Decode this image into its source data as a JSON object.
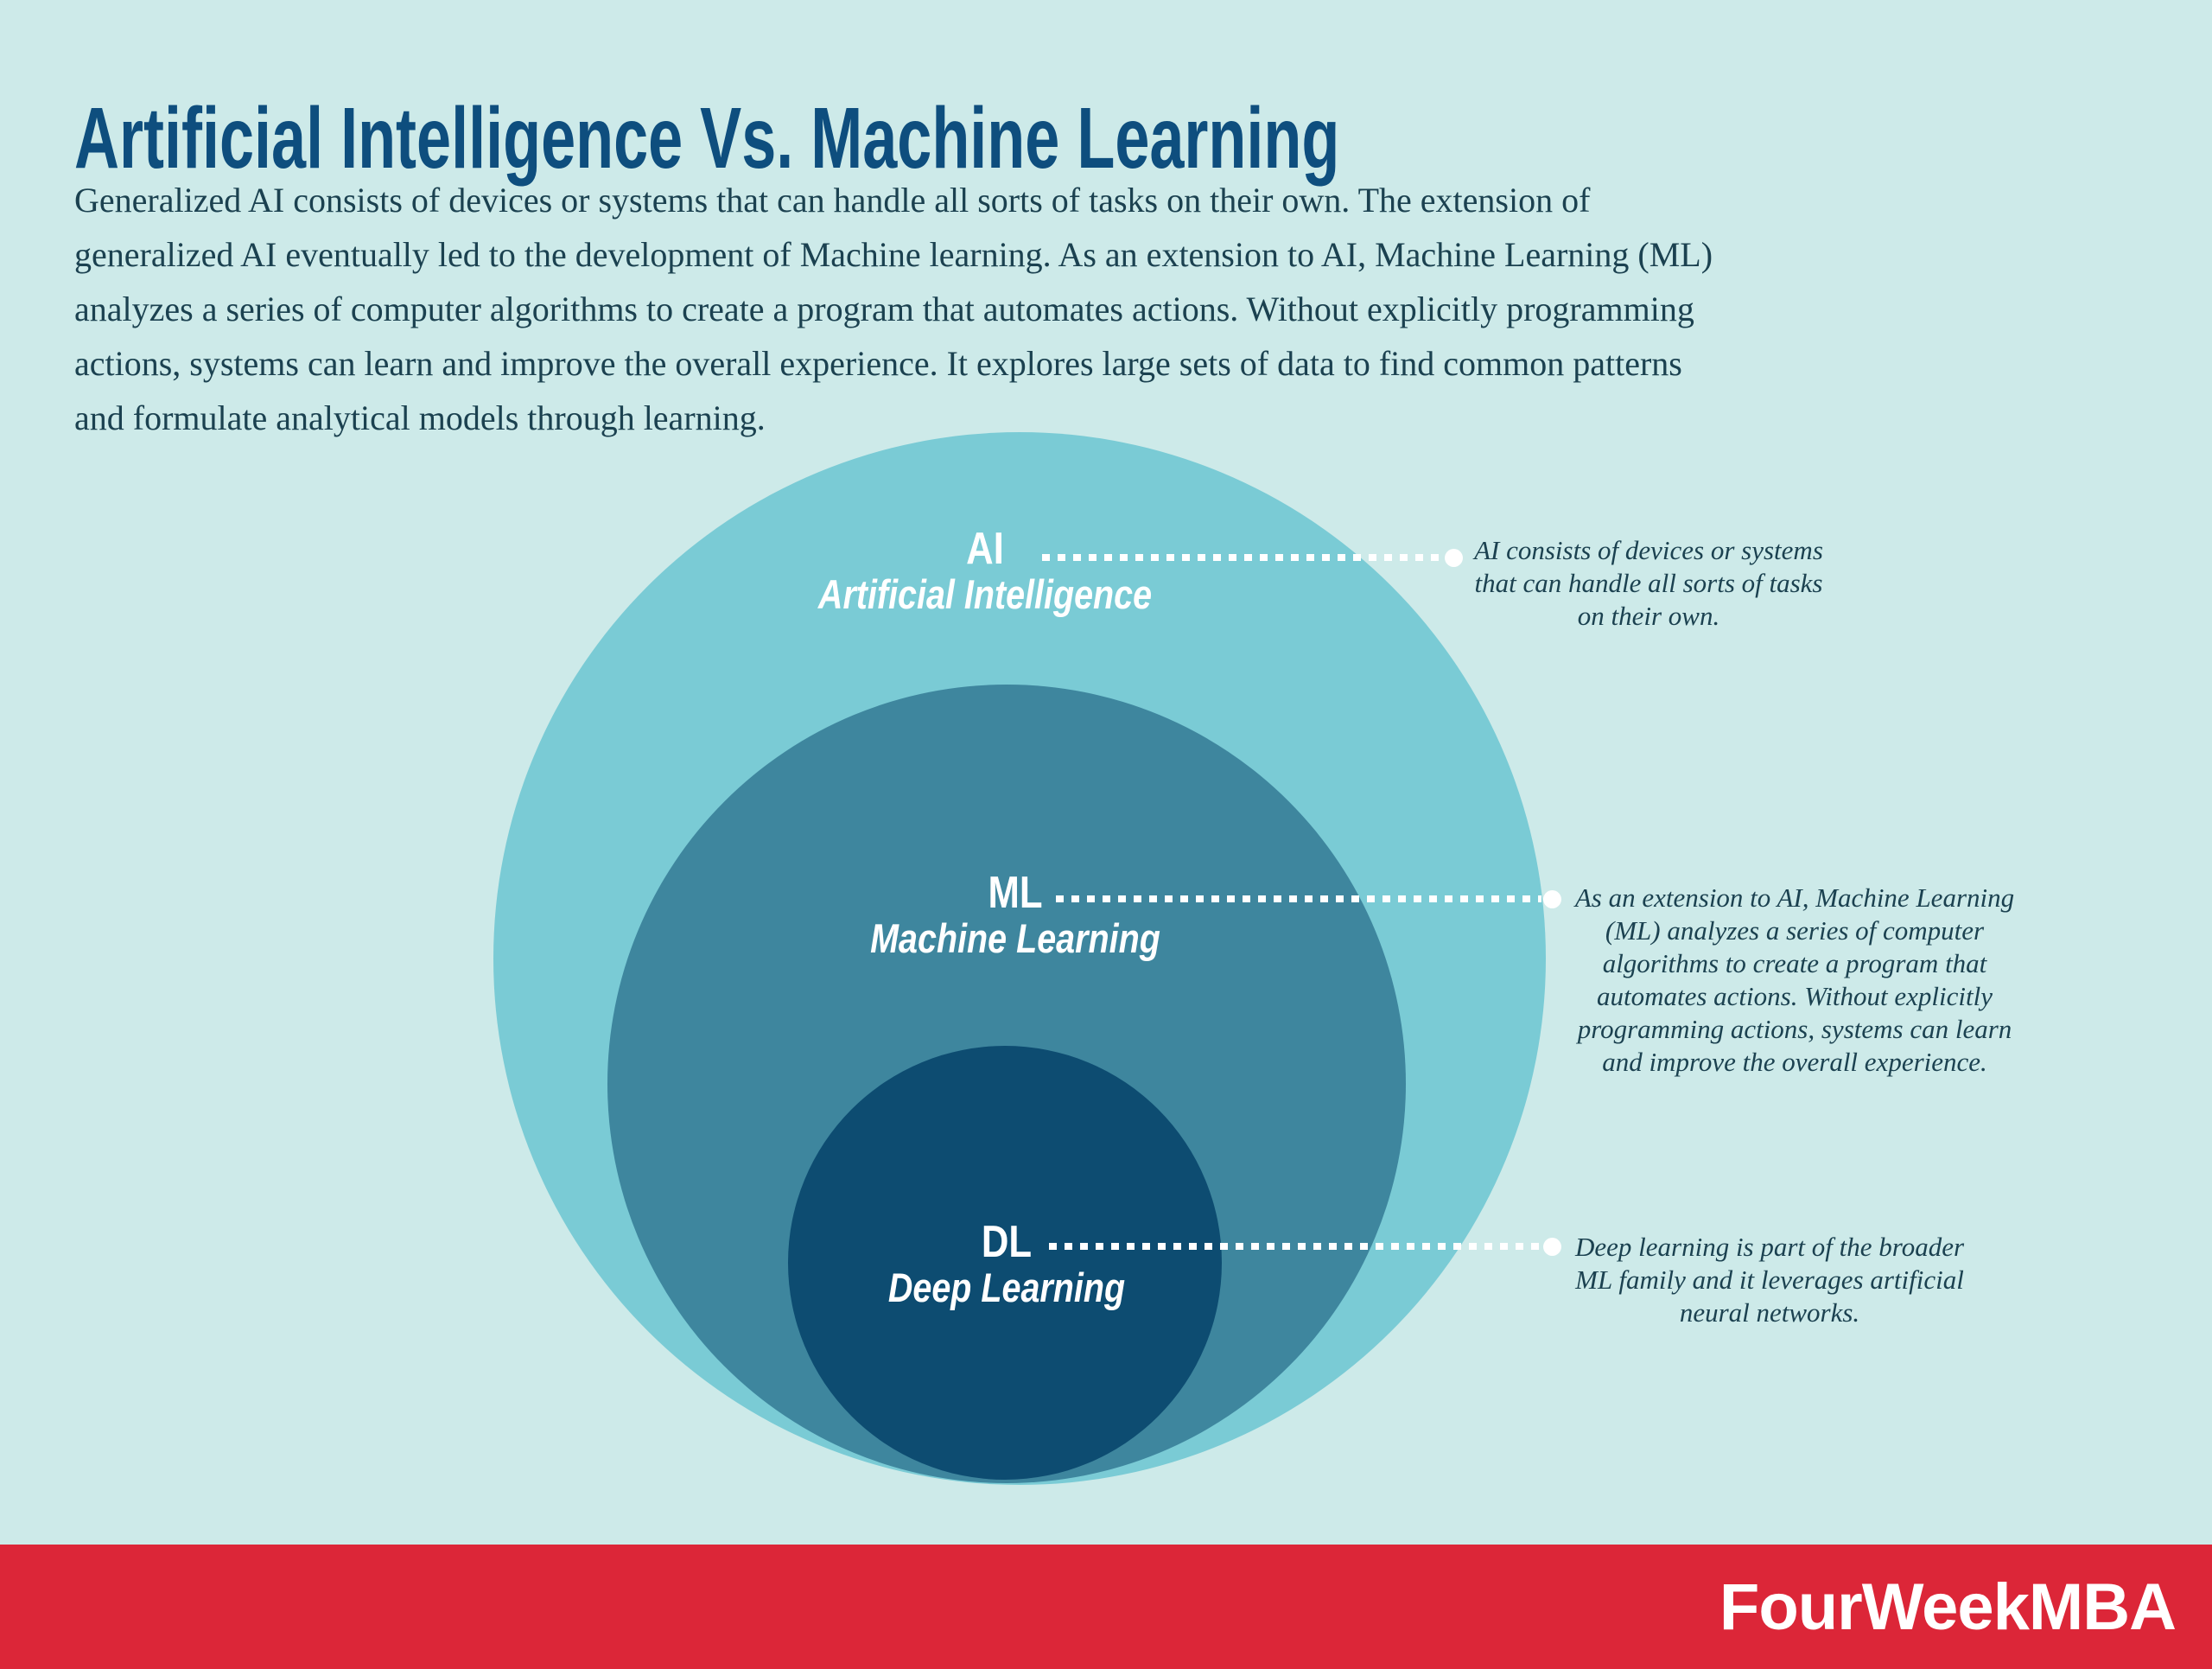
{
  "header": {
    "title": "Artificial Intelligence Vs. Machine Learning",
    "intro": "Generalized AI consists of devices or systems that can handle all sorts of tasks on their own. The extension of\ngeneralized AI eventually led to the development of Machine learning. As an extension to AI, Machine Learning (ML)\nanalyzes a series of computer algorithms to create a program that automates actions. Without explicitly programming\nactions, systems can learn and improve the overall experience. It explores large sets of data to find common patterns\nand formulate analytical models through learning."
  },
  "diagram": {
    "type": "nested-circles",
    "rings": [
      {
        "abbr": "AI",
        "name": "Artificial Intelligence",
        "note": "AI consists of devices or systems\nthat can handle all sorts of tasks\non their own.",
        "color": "#7ACBD5"
      },
      {
        "abbr": "ML",
        "name": "Machine Learning",
        "note": "As an extension to AI, Machine Learning\n(ML) analyzes a series of computer\nalgorithms to create a program that\nautomates actions. Without explicitly\nprogramming actions, systems can learn\nand improve the overall experience.",
        "color": "#3E869E"
      },
      {
        "abbr": "DL",
        "name": "Deep Learning",
        "note": "Deep learning is part of the broader\nML family and it leverages artificial\nneural networks.",
        "color": "#0D4C71"
      }
    ]
  },
  "footer": {
    "brand": "FourWeekMBA",
    "background": "#DC2638"
  },
  "colors": {
    "page_background": "#CDEAE9",
    "title_text": "#0E4E7E",
    "body_text": "#1B4150",
    "label_text": "#FFFFFF",
    "connector": "#FFFFFF"
  }
}
